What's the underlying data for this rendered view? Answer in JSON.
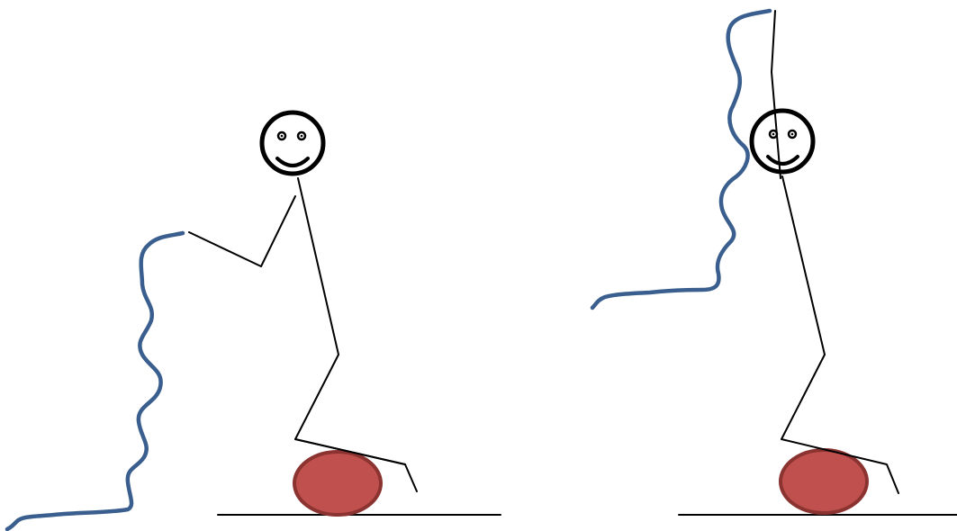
{
  "panels": [
    {
      "name": "left-figure",
      "pose": "arm-reaching-left-holding-rope"
    },
    {
      "name": "right-figure",
      "pose": "arm-raised-holding-rope-overhead"
    }
  ],
  "colors": {
    "stroke": "#000000",
    "rope": "#3a5f8f",
    "ball_fill": "#c0504d",
    "ball_outline": "#8b3330",
    "background": "#ffffff"
  },
  "icons": [
    "smiley-face-icon",
    "ball-icon",
    "rope-icon"
  ]
}
